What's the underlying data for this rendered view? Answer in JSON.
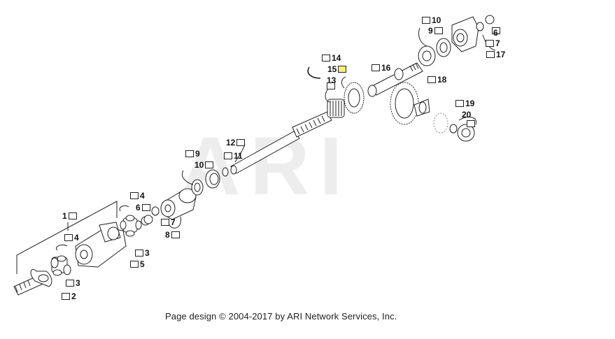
{
  "watermark_text": "ARI",
  "footer_text": "Page design © 2004-2017 by ARI Network Services, Inc.",
  "highlight_color": "#f4f07a",
  "callouts": [
    {
      "id": "c1",
      "label": "1",
      "box": "left"
    },
    {
      "id": "c2",
      "label": "2",
      "box": "left"
    },
    {
      "id": "c3a",
      "label": "3",
      "box": "left"
    },
    {
      "id": "c4a",
      "label": "4",
      "box": "left"
    },
    {
      "id": "c3b",
      "label": "3",
      "box": "left"
    },
    {
      "id": "c5",
      "label": "5",
      "box": "left"
    },
    {
      "id": "c4b",
      "label": "4",
      "box": "left"
    },
    {
      "id": "c6a",
      "label": "6",
      "box": "right"
    },
    {
      "id": "c7a",
      "label": "7",
      "box": "left"
    },
    {
      "id": "c8",
      "label": "8",
      "box": "right"
    },
    {
      "id": "c9a",
      "label": "9",
      "box": "left"
    },
    {
      "id": "c10a",
      "label": "10",
      "box": "right"
    },
    {
      "id": "c11",
      "label": "11",
      "box": "left"
    },
    {
      "id": "c12",
      "label": "12",
      "box": "right"
    },
    {
      "id": "c14",
      "label": "14",
      "box": "left"
    },
    {
      "id": "c15",
      "label": "15",
      "box": "right",
      "highlight": true
    },
    {
      "id": "c13",
      "label": "13",
      "box": "left"
    },
    {
      "id": "c16",
      "label": "16",
      "box": "left"
    },
    {
      "id": "c18",
      "label": "18",
      "box": "left"
    },
    {
      "id": "c19",
      "label": "19",
      "box": "left"
    },
    {
      "id": "c20",
      "label": "20",
      "box": "right"
    },
    {
      "id": "c10b",
      "label": "10",
      "box": "left"
    },
    {
      "id": "c9b",
      "label": "9",
      "box": "right"
    },
    {
      "id": "c6b",
      "label": "6",
      "box": "left"
    },
    {
      "id": "c7b",
      "label": "7",
      "box": "left"
    },
    {
      "id": "c17",
      "label": "17",
      "box": "left"
    }
  ]
}
